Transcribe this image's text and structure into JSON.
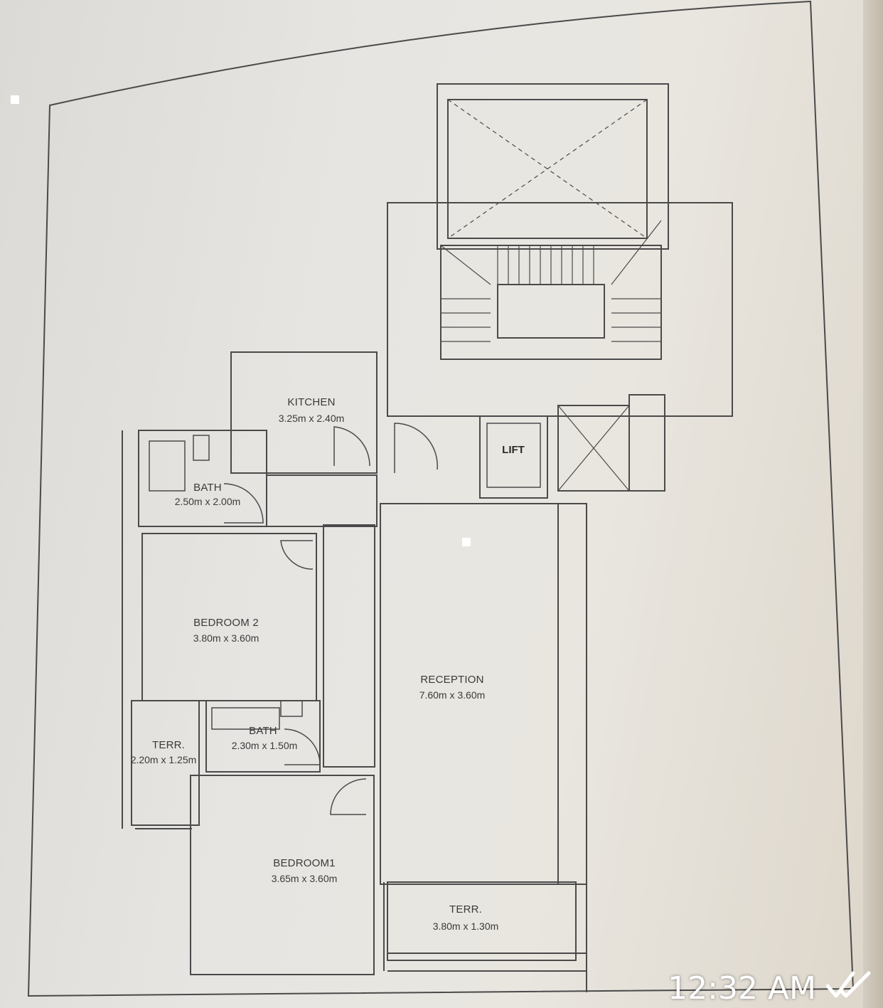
{
  "plan": {
    "rooms": {
      "kitchen": {
        "name": "KITCHEN",
        "size": "3.25m x 2.40m"
      },
      "bath1": {
        "name": "BATH",
        "size": "2.50m x 2.00m"
      },
      "bedroom2": {
        "name": "BEDROOM 2",
        "size": "3.80m x 3.60m"
      },
      "terr1": {
        "name": "TERR.",
        "size": "2.20m x 1.25m"
      },
      "bath2": {
        "name": "BATH",
        "size": "2.30m x 1.50m"
      },
      "bedroom1": {
        "name": "BEDROOM1",
        "size": "3.65m x 3.60m"
      },
      "reception": {
        "name": "RECEPTION",
        "size": "7.60m x 3.60m"
      },
      "terr2": {
        "name": "TERR.",
        "size": "3.80m x 1.30m"
      },
      "lift": {
        "name": "LIFT"
      }
    }
  },
  "chat": {
    "time": "12:32 AM",
    "status_icon": "double-check-icon"
  },
  "colors": {
    "line": "#4a4a4a",
    "paper": "#e6e5e2",
    "overlay_text": "#ffffff"
  }
}
